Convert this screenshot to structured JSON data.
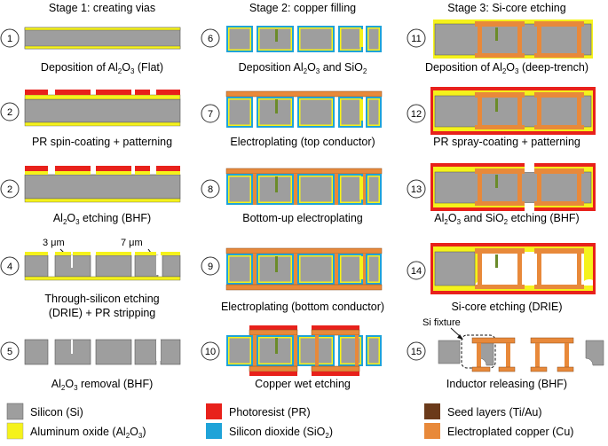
{
  "columns": [
    {
      "heading": "Stage 1: creating vias"
    },
    {
      "heading": "Stage 2: copper filling"
    },
    {
      "heading": "Stage 3: Si-core etching"
    }
  ],
  "steps": [
    {
      "num": "1",
      "caption_after": "Deposition of Al",
      "caption_after_sub": "2",
      "caption_after_rest": "O",
      "caption_after_sub2": "3",
      "caption_after_tail": " (Flat)"
    },
    {
      "num": "2",
      "caption_after": "PR spin-coating + patterning"
    },
    {
      "num": "2",
      "caption_after": "Al",
      "caption_after_sub": "2",
      "caption_after_rest": "O",
      "caption_after_sub2": "3",
      "caption_after_tail": " etching (BHF)"
    },
    {
      "num": "4",
      "caption_after": "Through-silicon etching",
      "caption_after_line2": "(DRIE) + PR stripping",
      "label_a": "3 μm",
      "label_b": "7 μm"
    },
    {
      "num": "5",
      "caption_after": "Al",
      "caption_after_sub": "2",
      "caption_after_rest": "O",
      "caption_after_sub2": "3",
      "caption_after_tail": " removal (BHF)"
    },
    {
      "num": "6",
      "caption_after": "Deposition Al",
      "caption_after_sub": "2",
      "caption_after_rest": "O",
      "caption_after_sub2": "3",
      "caption_after_tail": " and SiO",
      "caption_after_sub3": "2"
    },
    {
      "num": "7",
      "caption_after": "Electroplating (top conductor)"
    },
    {
      "num": "8",
      "caption_after": "Bottom-up electroplating"
    },
    {
      "num": "9",
      "caption_after": "Electroplating (bottom conductor)"
    },
    {
      "num": "10",
      "caption_after": "Copper wet etching"
    },
    {
      "num": "11",
      "caption_after": "Deposition of Al",
      "caption_after_sub": "2",
      "caption_after_rest": "O",
      "caption_after_sub2": "3",
      "caption_after_tail": " (deep-trench)"
    },
    {
      "num": "12",
      "caption_after": "PR spray-coating + patterning"
    },
    {
      "num": "13",
      "caption_after": "Al",
      "caption_after_sub": "2",
      "caption_after_rest": "O",
      "caption_after_sub2": "3",
      "caption_after_tail": " and SiO",
      "caption_after_sub3": "2",
      "caption_after_end": " etching (BHF)"
    },
    {
      "num": "14",
      "caption_after": "Si-core etching (DRIE)"
    },
    {
      "num": "15",
      "caption_after": "Inductor releasing (BHF)",
      "label_a": "Si fixture"
    }
  ],
  "legend": [
    {
      "label": "Silicon (Si)",
      "color": "#9e9e9e"
    },
    {
      "label": "Photoresist (PR)",
      "color": "#e8211b"
    },
    {
      "label": "Seed layers (Ti/Au)",
      "color": "#6b3a1a"
    },
    {
      "label": "Aluminum oxide (Al",
      "sub": "2",
      "rest": "O",
      "sub2": "3",
      "tail": ")",
      "color": "#f5f21b"
    },
    {
      "label": "Silicon dioxide (SiO",
      "sub": "2",
      "tail": ")",
      "color": "#1fa3d8"
    },
    {
      "label": "Electroplated copper (Cu)",
      "color": "#e8893a"
    }
  ]
}
